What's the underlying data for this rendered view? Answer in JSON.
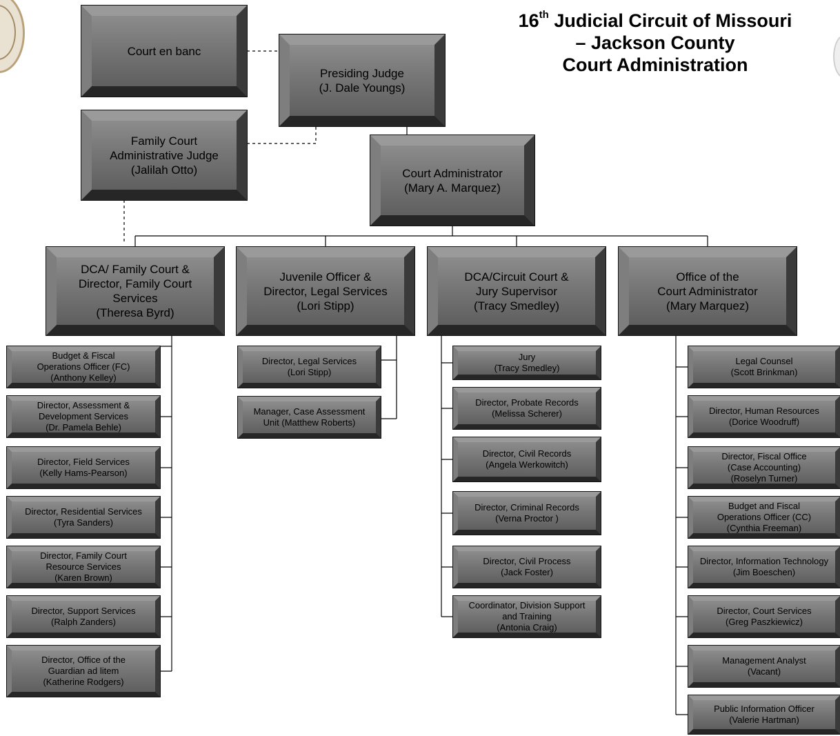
{
  "title": {
    "line1_number": "16",
    "line1_suffix": "th",
    "line1_rest": " Judicial Circuit of Missouri",
    "line2": "– Jackson County",
    "line3": "Court Administration"
  },
  "top": {
    "en_banc": "Court en banc",
    "presiding_judge": "Presiding Judge\n(J. Dale Youngs)",
    "family_court_judge": "Family Court\nAdministrative Judge\n(Jalilah Otto)",
    "court_administrator": "Court Administrator\n(Mary A. Marquez)"
  },
  "divisions": [
    {
      "head": "DCA/ Family Court &\nDirector, Family Court\nServices\n(Theresa Byrd)",
      "units": [
        "Budget & Fiscal\nOperations Officer (FC)\n(Anthony Kelley)",
        "Director, Assessment &\nDevelopment Services\n(Dr. Pamela Behle)",
        "Director, Field Services\n(Kelly Hams-Pearson)",
        "Director, Residential Services\n(Tyra Sanders)",
        "Director, Family Court\nResource Services\n(Karen Brown)",
        "Director, Support Services\n(Ralph Zanders)",
        "Director, Office of the\nGuardian ad litem\n(Katherine Rodgers)"
      ]
    },
    {
      "head": "Juvenile Officer &\nDirector, Legal Services\n(Lori Stipp)",
      "units": [
        "Director, Legal Services\n(Lori Stipp)",
        "Manager, Case Assessment\nUnit (Matthew Roberts)"
      ]
    },
    {
      "head": "DCA/Circuit Court &\nJury Supervisor\n(Tracy Smedley)",
      "units": [
        "Jury\n(Tracy Smedley)",
        "Director, Probate Records\n(Melissa Scherer)",
        "Director, Civil Records\n(Angela Werkowitch)",
        "Director, Criminal Records\n(Verna Proctor )",
        "Director, Civil Process\n(Jack Foster)",
        "Coordinator, Division Support\nand Training\n(Antonia Craig)"
      ]
    },
    {
      "head": "Office of the\nCourt Administrator\n(Mary Marquez)",
      "units": [
        "Legal Counsel\n(Scott Brinkman)",
        "Director, Human Resources\n(Dorice Woodruff)",
        "Director, Fiscal Office\n(Case Accounting)\n(Roselyn Turner)",
        "Budget and Fiscal\nOperations Officer (CC)\n(Cynthia Freeman)",
        "Director, Information Technology\n(Jim Boeschen)",
        "Director, Court Services\n(Greg Paszkiewicz)",
        "Management Analyst\n(Vacant)",
        "Public Information Officer\n(Valerie Hartman)"
      ]
    }
  ]
}
